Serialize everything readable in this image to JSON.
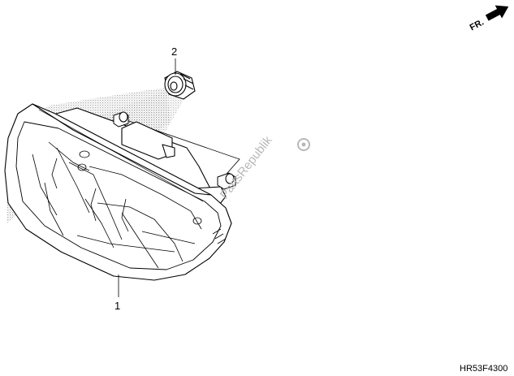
{
  "diagram": {
    "direction_label": "FR.",
    "drawing_code": "HR53F4300",
    "watermark_text": "PartsRepublik",
    "callouts": [
      {
        "number": "1",
        "part": "taillight-assembly"
      },
      {
        "number": "2",
        "part": "rubber-grommet"
      }
    ],
    "line_color": "#000000",
    "shade_color": "#9a9a9a"
  }
}
